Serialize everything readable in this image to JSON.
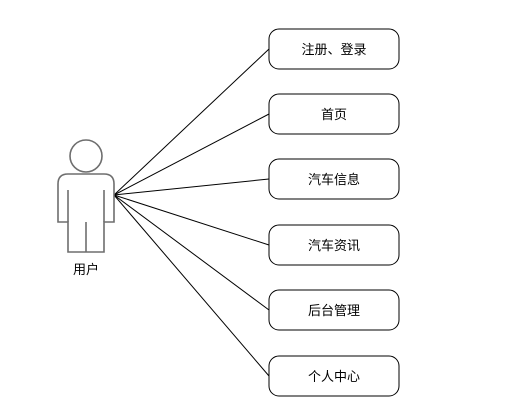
{
  "actor": {
    "label": "用户"
  },
  "use_cases": [
    {
      "label": "注册、登录"
    },
    {
      "label": "首页"
    },
    {
      "label": "汽车信息"
    },
    {
      "label": "汽车资讯"
    },
    {
      "label": "后台管理"
    },
    {
      "label": "个人中心"
    }
  ],
  "colors": {
    "line": "#000000",
    "actor_stroke": "#6e6e6e",
    "background": "#ffffff"
  }
}
